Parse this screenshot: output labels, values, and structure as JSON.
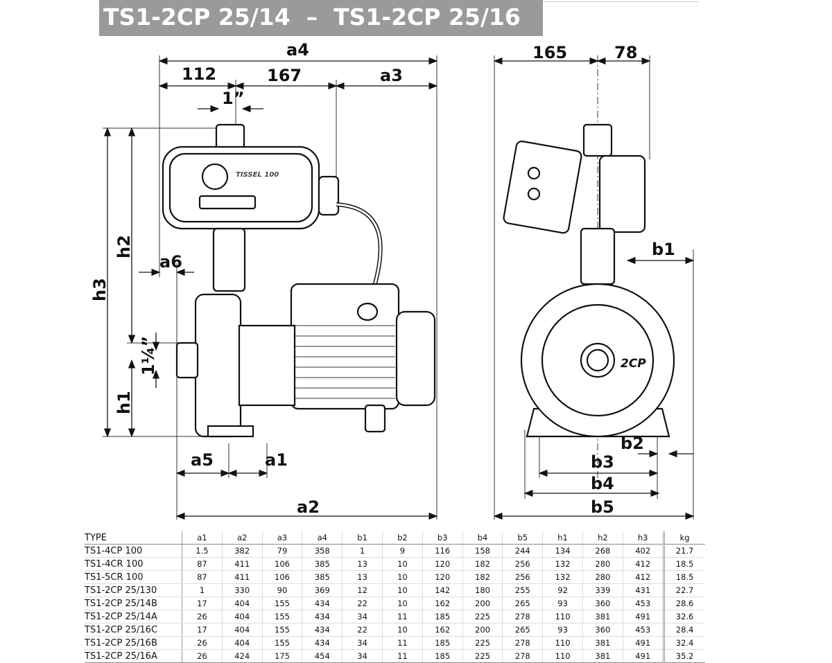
{
  "title": "TS1-2CP 25/14  –  TS1-2CP 25/16",
  "dimensions": {
    "a4": "a4",
    "d112": "112",
    "d167": "167",
    "a3": "a3",
    "inch1": "1”",
    "h2": "h2",
    "h3": "h3",
    "a6": "a6",
    "inch114": "1¼”",
    "h1": "h1",
    "a5": "a5",
    "a1": "a1",
    "a2": "a2",
    "d165": "165",
    "d78": "78",
    "b1": "b1",
    "b2": "b2",
    "b3": "b3",
    "b4": "b4",
    "b5": "b5"
  },
  "pump_labels": {
    "controller": "TISSEL 100",
    "body": "2CP"
  },
  "table": {
    "headers": [
      "TYPE",
      "a1",
      "a2",
      "a3",
      "a4",
      "b1",
      "b2",
      "b3",
      "b4",
      "b5",
      "h1",
      "h2",
      "h3",
      "kg"
    ],
    "rows": [
      [
        "TS1-4CP 100",
        "1.5",
        "382",
        "79",
        "358",
        "1",
        "9",
        "116",
        "158",
        "244",
        "134",
        "268",
        "402",
        "21.7"
      ],
      [
        "TS1-4CR 100",
        "87",
        "411",
        "106",
        "385",
        "13",
        "10",
        "120",
        "182",
        "256",
        "132",
        "280",
        "412",
        "18.5"
      ],
      [
        "TS1-5CR 100",
        "87",
        "411",
        "106",
        "385",
        "13",
        "10",
        "120",
        "182",
        "256",
        "132",
        "280",
        "412",
        "18.5"
      ],
      [
        "TS1-2CP 25/130",
        "1",
        "330",
        "90",
        "369",
        "12",
        "10",
        "142",
        "180",
        "255",
        "92",
        "339",
        "431",
        "22.7"
      ],
      [
        "TS1-2CP 25/14B",
        "17",
        "404",
        "155",
        "434",
        "22",
        "10",
        "162",
        "200",
        "265",
        "93",
        "360",
        "453",
        "28.6"
      ],
      [
        "TS1-2CP 25/14A",
        "26",
        "404",
        "155",
        "434",
        "34",
        "11",
        "185",
        "225",
        "278",
        "110",
        "381",
        "491",
        "32.6"
      ],
      [
        "TS1-2CP 25/16C",
        "17",
        "404",
        "155",
        "434",
        "22",
        "10",
        "162",
        "200",
        "265",
        "93",
        "360",
        "453",
        "28.4"
      ],
      [
        "TS1-2CP 25/16B",
        "26",
        "404",
        "155",
        "434",
        "34",
        "11",
        "185",
        "225",
        "278",
        "110",
        "381",
        "491",
        "32.4"
      ],
      [
        "TS1-2CP 25/16A",
        "26",
        "424",
        "175",
        "454",
        "34",
        "11",
        "185",
        "225",
        "278",
        "110",
        "381",
        "491",
        "35.2"
      ]
    ]
  }
}
